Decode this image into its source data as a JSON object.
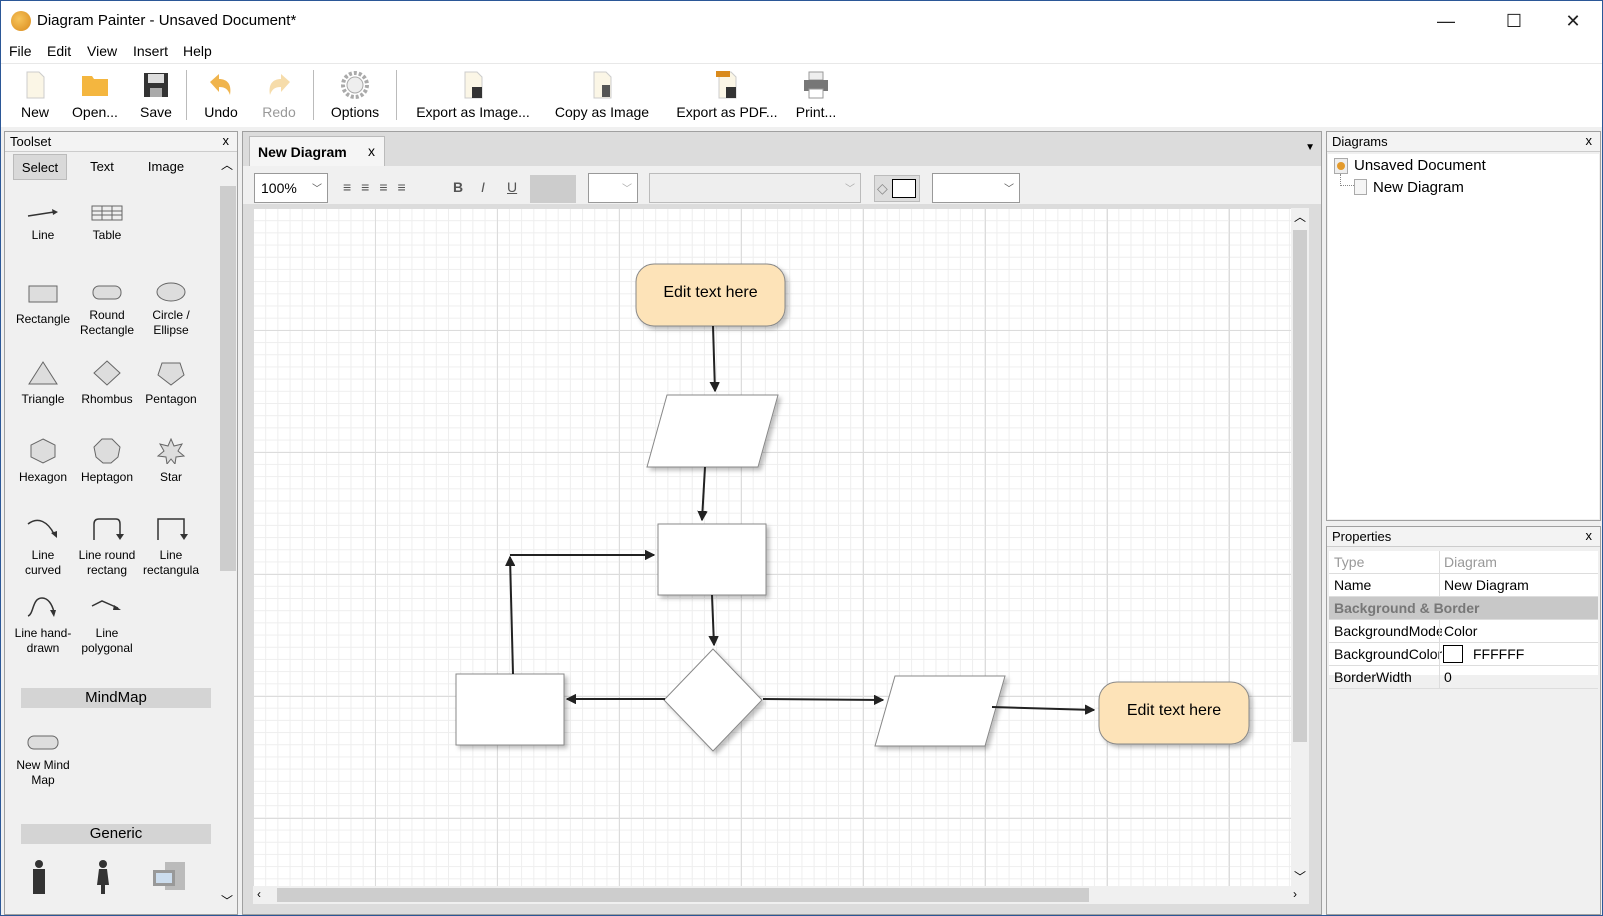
{
  "window": {
    "title": "Diagram Painter - Unsaved Document*",
    "minimize": "—",
    "maximize": "☐",
    "close": "✕"
  },
  "menu": [
    "File",
    "Edit",
    "View",
    "Insert",
    "Help"
  ],
  "toolbar": {
    "new": "New",
    "open": "Open...",
    "save": "Save",
    "undo": "Undo",
    "redo": "Redo",
    "options": "Options",
    "export_image": "Export as Image...",
    "copy_image": "Copy as Image",
    "export_pdf": "Export as PDF...",
    "print": "Print..."
  },
  "toolset": {
    "title": "Toolset",
    "close": "x",
    "tabs": [
      "Select",
      "Text",
      "Image"
    ],
    "tools": [
      "Line",
      "Table",
      "Rectangle",
      "Round Rectangle",
      "Circle / Ellipse",
      "Triangle",
      "Rhombus",
      "Pentagon",
      "Hexagon",
      "Heptagon",
      "Star",
      "Line curved",
      "Line round rectang",
      "Line rectangula",
      "Line hand-drawn",
      "Line polygonal"
    ],
    "sections": {
      "mindmap": "MindMap",
      "generic": "Generic"
    },
    "mindmap_tool": "New Mind Map"
  },
  "editor": {
    "tab": "New Diagram",
    "tab_close": "x",
    "zoom": "100%",
    "bold": "B",
    "italic": "I",
    "underline": "U"
  },
  "diagram": {
    "node_text_top": "Edit text here",
    "node_text_right": "Edit text here",
    "node_fill": "#fde3b8"
  },
  "diagrams_panel": {
    "title": "Diagrams",
    "close": "x",
    "root": "Unsaved Document",
    "child": "New Diagram"
  },
  "properties": {
    "title": "Properties",
    "close": "x",
    "rows": [
      {
        "k": "Type",
        "v": "Diagram"
      },
      {
        "k": "Name",
        "v": "New Diagram"
      }
    ],
    "section": "Background & Border",
    "rows2": [
      {
        "k": "BackgroundMode",
        "v": "Color"
      },
      {
        "k": "BackgroundColor",
        "v": "FFFFFF"
      },
      {
        "k": "BorderWidth",
        "v": "0"
      }
    ]
  }
}
